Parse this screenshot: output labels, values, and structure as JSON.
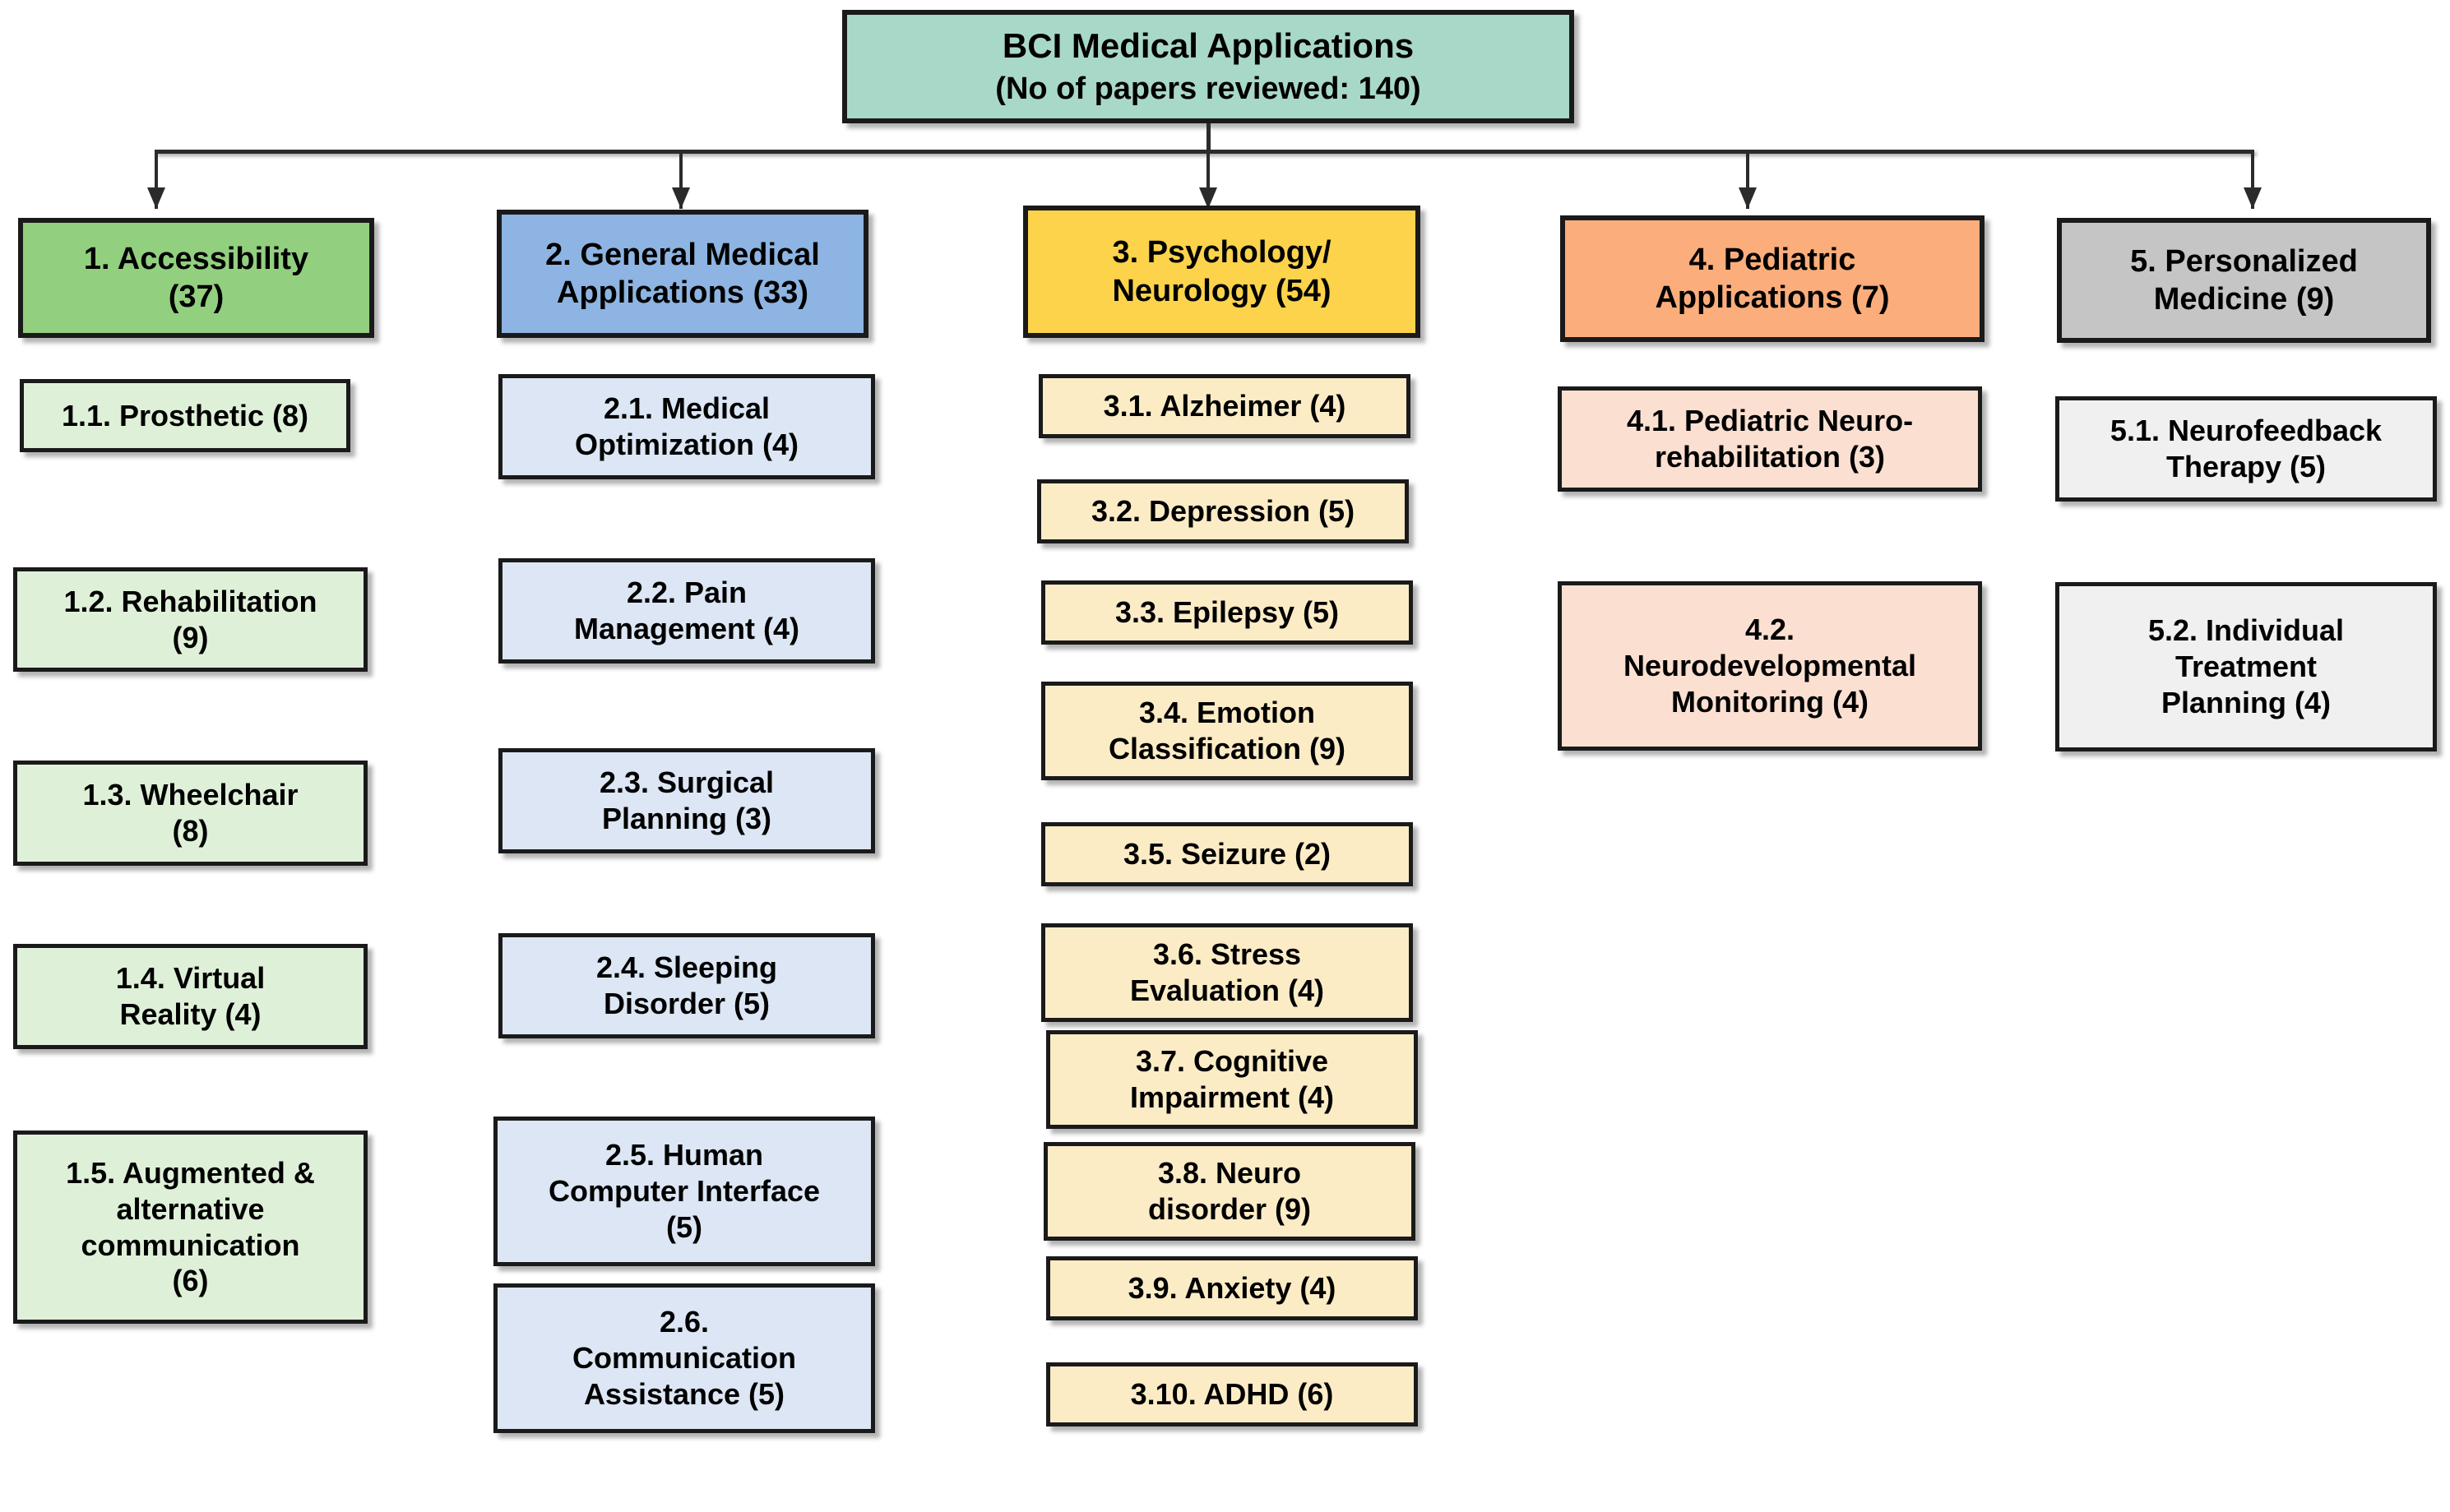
{
  "diagram": {
    "type": "hierarchy-tree",
    "root": {
      "title": "BCI Medical Applications",
      "subtitle": "(No of papers reviewed: 140)",
      "total_papers": 140,
      "color": "#a8d8c8"
    },
    "columns": [
      {
        "id": 1,
        "header": {
          "line1": "1. Accessibility",
          "line2": "(37)",
          "count": 37,
          "color": "#92d07f"
        },
        "leaf_color": "#dff0d8",
        "children": [
          {
            "lines": [
              "1.1. Prosthetic (8)"
            ],
            "count": 8
          },
          {
            "lines": [
              "1.2. Rehabilitation",
              "(9)"
            ],
            "count": 9
          },
          {
            "lines": [
              "1.3. Wheelchair",
              "(8)"
            ],
            "count": 8
          },
          {
            "lines": [
              "1.4. Virtual",
              "Reality (4)"
            ],
            "count": 4
          },
          {
            "lines": [
              "1.5. Augmented &",
              "alternative",
              "communication",
              "(6)"
            ],
            "count": 6
          }
        ]
      },
      {
        "id": 2,
        "header": {
          "line1": "2. General Medical",
          "line2": "Applications (33)",
          "count": 33,
          "color": "#8db4e2"
        },
        "leaf_color": "#dce6f4",
        "children": [
          {
            "lines": [
              "2.1. Medical",
              "Optimization (4)"
            ],
            "count": 4
          },
          {
            "lines": [
              "2.2. Pain",
              "Management (4)"
            ],
            "count": 4
          },
          {
            "lines": [
              "2.3. Surgical",
              "Planning (3)"
            ],
            "count": 3
          },
          {
            "lines": [
              "2.4. Sleeping",
              "Disorder (5)"
            ],
            "count": 5
          },
          {
            "lines": [
              "2.5. Human",
              "Computer Interface",
              "(5)"
            ],
            "count": 5
          },
          {
            "lines": [
              "2.6.",
              "Communication",
              "Assistance (5)"
            ],
            "count": 5
          }
        ]
      },
      {
        "id": 3,
        "header": {
          "line1": "3. Psychology/",
          "line2": "Neurology (54)",
          "count": 54,
          "color": "#fcd34a"
        },
        "leaf_color": "#fcecc6",
        "children": [
          {
            "lines": [
              "3.1. Alzheimer (4)"
            ],
            "count": 4
          },
          {
            "lines": [
              "3.2. Depression (5)"
            ],
            "count": 5
          },
          {
            "lines": [
              "3.3. Epilepsy (5)"
            ],
            "count": 5
          },
          {
            "lines": [
              "3.4. Emotion",
              "Classification (9)"
            ],
            "count": 9
          },
          {
            "lines": [
              "3.5. Seizure (2)"
            ],
            "count": 2
          },
          {
            "lines": [
              "3.6. Stress",
              "Evaluation (4)"
            ],
            "count": 4
          },
          {
            "lines": [
              "3.7. Cognitive",
              "Impairment (4)"
            ],
            "count": 4
          },
          {
            "lines": [
              "3.8. Neuro",
              "disorder  (9)"
            ],
            "count": 9
          },
          {
            "lines": [
              "3.9. Anxiety (4)"
            ],
            "count": 4
          },
          {
            "lines": [
              "3.10. ADHD (6)"
            ],
            "count": 6
          }
        ]
      },
      {
        "id": 4,
        "header": {
          "line1": "4. Pediatric",
          "line2": "Applications (7)",
          "count": 7,
          "color": "#fbad7b"
        },
        "leaf_color": "#fbe0d2",
        "children": [
          {
            "lines": [
              "4.1. Pediatric Neuro-",
              "rehabilitation (3)"
            ],
            "count": 3
          },
          {
            "lines": [
              "4.2.",
              "Neurodevelopmental",
              "Monitoring (4)"
            ],
            "count": 4
          }
        ]
      },
      {
        "id": 5,
        "header": {
          "line1": "5. Personalized",
          "line2": "Medicine (9)",
          "count": 9,
          "color": "#c5c5c5"
        },
        "leaf_color": "#f0f0f0",
        "children": [
          {
            "lines": [
              "5.1. Neurofeedback",
              "Therapy (5)"
            ],
            "count": 5
          },
          {
            "lines": [
              "5.2. Individual",
              "Treatment",
              "Planning (4)"
            ],
            "count": 4
          }
        ]
      }
    ]
  }
}
